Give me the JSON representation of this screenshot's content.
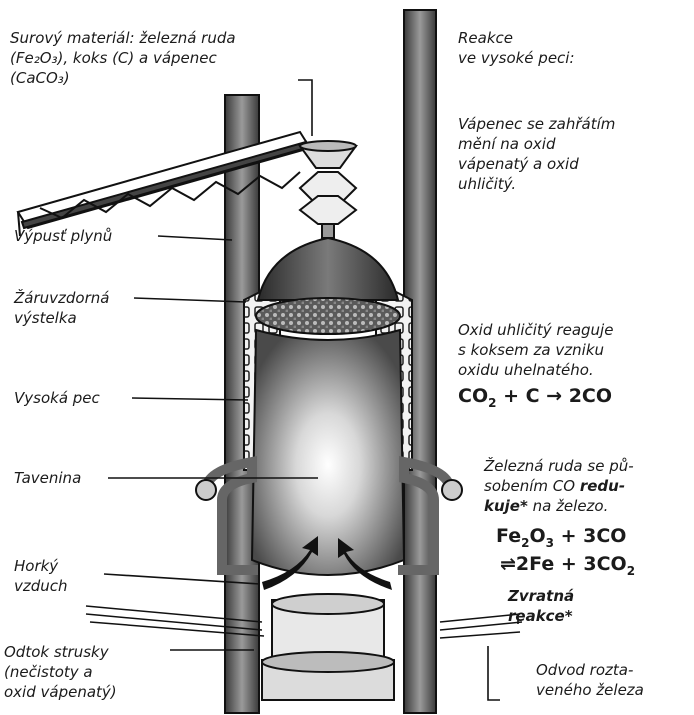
{
  "left": {
    "raw_material": [
      "Surový materiál: železná ruda",
      "(Fe₂O₃), koks (C) a vápenec",
      "(CaCO₃)"
    ],
    "gas_outlet": "Výpusť plynů",
    "lining": [
      "Žáruvzdorná",
      "výstelka"
    ],
    "furnace": "Vysoká pec",
    "melt": "Tavenina",
    "hot_air": [
      "Horký",
      "vzduch"
    ],
    "slag": [
      "Odtok strusky",
      "(nečistoty a",
      "oxid vápenatý)"
    ]
  },
  "right": {
    "title": [
      "Reakce",
      "ve vysoké peci:"
    ],
    "limestone": [
      "Vápenec se zahřátím",
      "mění na oxid",
      "vápenatý a oxid",
      "uhličitý."
    ],
    "co2": [
      "Oxid uhličitý reaguje",
      "s koksem za vzniku",
      "oxidu uhelnatého."
    ],
    "eq1": {
      "a": "CO",
      "a_sub": "2",
      "b": " + C → 2CO"
    },
    "ore": {
      "line1": "Železná ruda se pů-",
      "line2_pre": "sobením CO ",
      "line2_bold": "redu-",
      "line3_bold": "kuje*",
      "line3_post": " na železo."
    },
    "eq2": {
      "fe": "Fe",
      "s1": "2",
      "o": "O",
      "s2": "3",
      "rest": " + 3CO"
    },
    "eq3": {
      "pre": "⇌2Fe + 3CO",
      "sub": "2"
    },
    "reversible": [
      "Zvratná",
      "reakce*"
    ],
    "iron_out": [
      "Odvod rozta-",
      "veného železa"
    ]
  }
}
